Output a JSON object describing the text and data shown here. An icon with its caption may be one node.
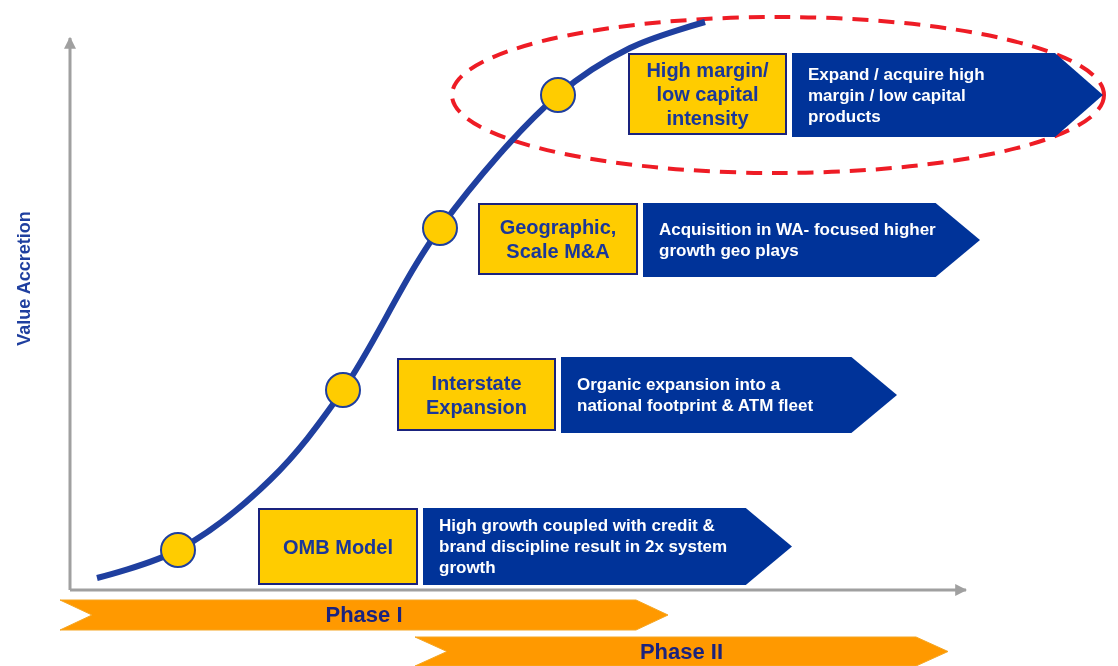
{
  "diagram": {
    "nodes": [
      {
        "text": [
          "High margin/ low capital intensity"
        ]
      },
      {
        "text": [
          "Expand / acquire high margin / low capital products"
        ]
      },
      {
        "text": [
          "Geographic, Scale M&A"
        ]
      },
      {
        "text": [
          "Acquisition in WA- focused higher growth geo plays"
        ]
      },
      {
        "text": [
          "Interstate Expansion"
        ]
      },
      {
        "text": [
          "Organic expansion into a national footprint & ATM fleet"
        ]
      },
      {
        "text": [
          "OMB Model"
        ]
      },
      {
        "text": [
          "High growth coupled with credit & brand discipline result in 2x system growth"
        ]
      },
      {
        "text": [
          "Phase I"
        ]
      },
      {
        "text": [
          "Phase II"
        ]
      }
    ],
    "labels": [
      "Value Accretion"
    ]
  }
}
